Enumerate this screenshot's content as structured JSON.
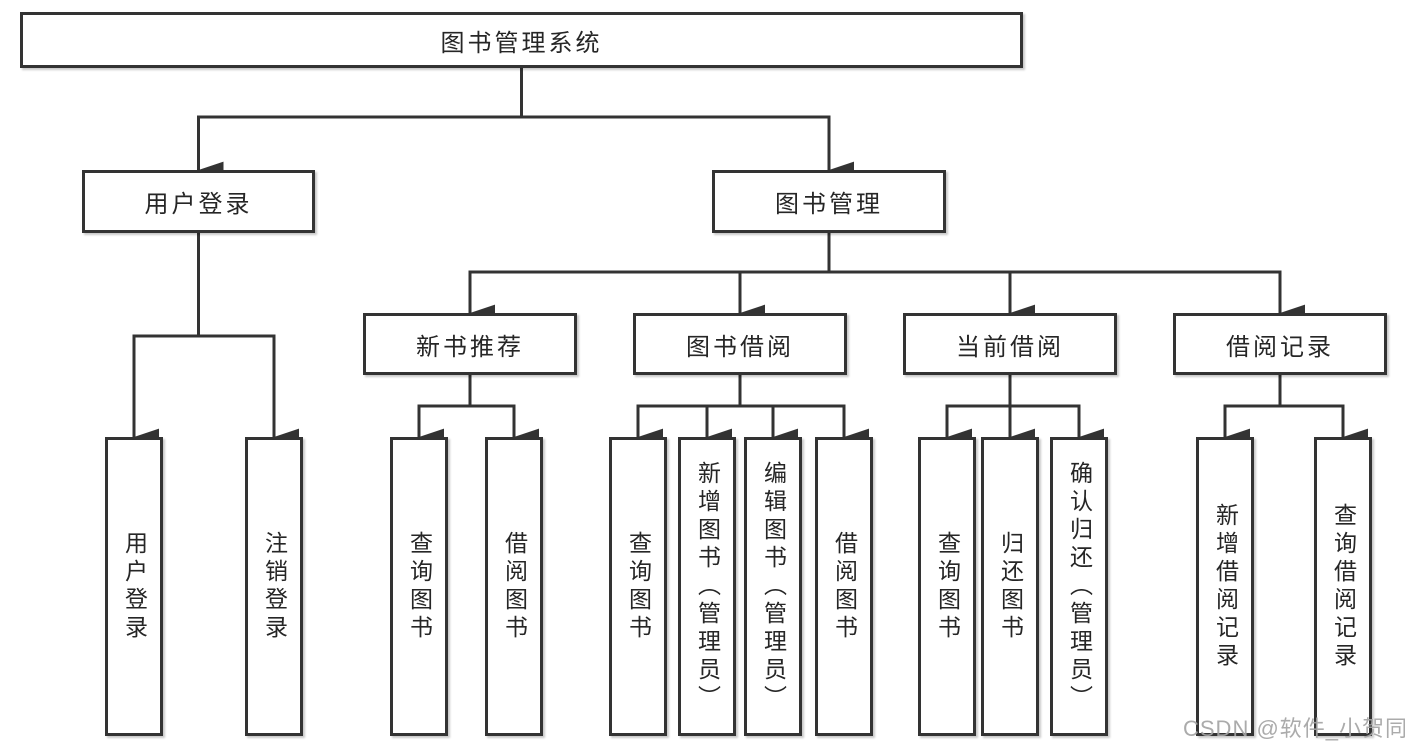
{
  "colors": {
    "line": "#333333",
    "box_border": "#333333",
    "text": "#262626",
    "background": "#ffffff",
    "watermark": "#a4a4a4"
  },
  "watermark": {
    "text": "CSDN @软件_小贺同学"
  },
  "tree": {
    "label": "图书管理系统",
    "children": [
      {
        "label": "用户登录",
        "children": [
          {
            "label": "用户登录"
          },
          {
            "label": "注销登录"
          }
        ]
      },
      {
        "label": "图书管理",
        "children": [
          {
            "label": "新书推荐",
            "children": [
              {
                "label": "查询图书"
              },
              {
                "label": "借阅图书"
              }
            ]
          },
          {
            "label": "图书借阅",
            "children": [
              {
                "label": "查询图书"
              },
              {
                "label": "新增图书（管理员）"
              },
              {
                "label": "编辑图书（管理员）"
              },
              {
                "label": "借阅图书"
              }
            ]
          },
          {
            "label": "当前借阅",
            "children": [
              {
                "label": "查询图书"
              },
              {
                "label": "归还图书"
              },
              {
                "label": "确认归还（管理员）"
              }
            ]
          },
          {
            "label": "借阅记录",
            "children": [
              {
                "label": "新增借阅记录"
              },
              {
                "label": "查询借阅记录"
              }
            ]
          }
        ]
      }
    ]
  }
}
